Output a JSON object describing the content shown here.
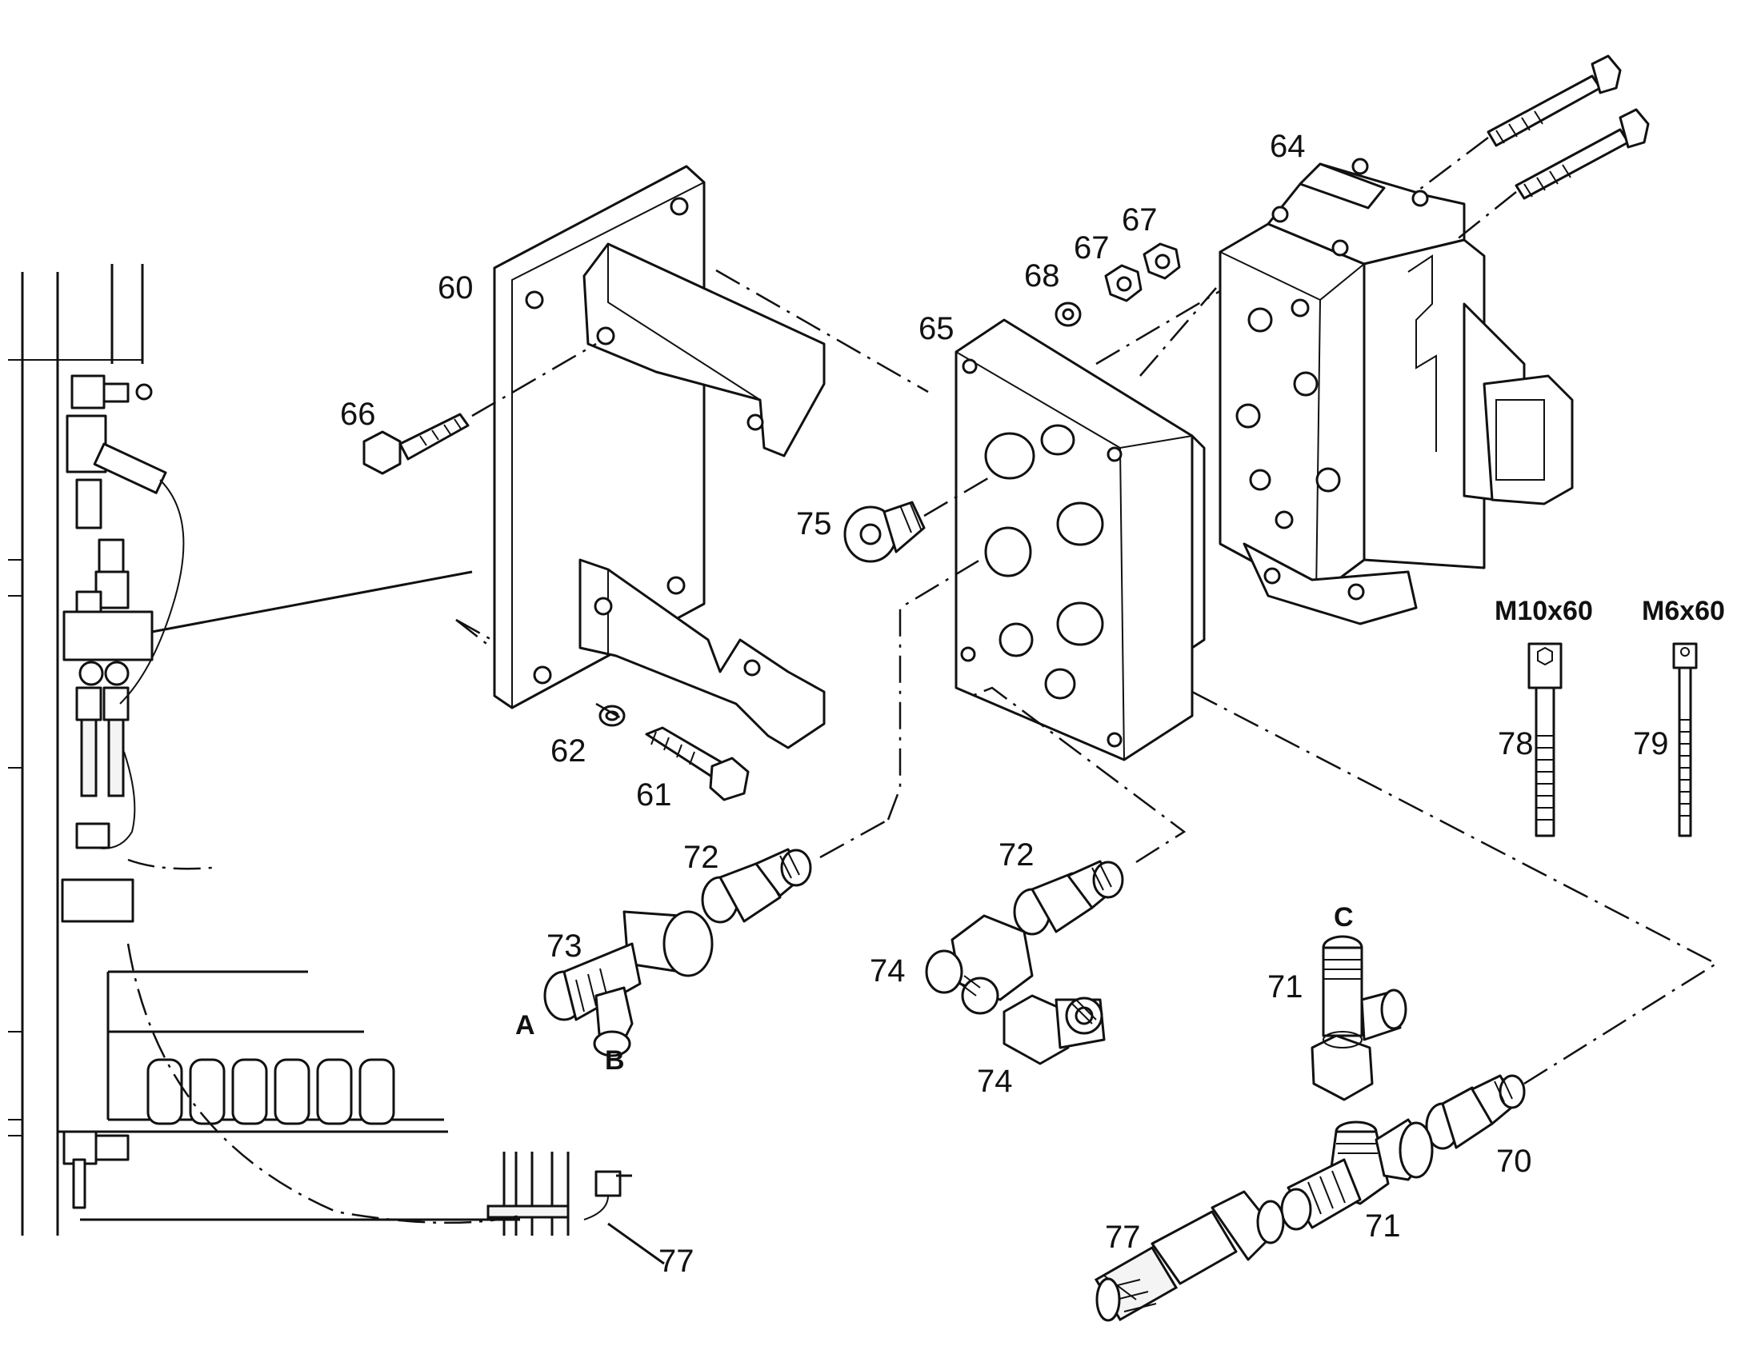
{
  "callouts": {
    "c60": "60",
    "c61": "61",
    "c62": "62",
    "c64": "64",
    "c65": "65",
    "c66": "66",
    "c67a": "67",
    "c67b": "67",
    "c68": "68",
    "c70": "70",
    "c71a": "71",
    "c71b": "71",
    "c72a": "72",
    "c72b": "72",
    "c73": "73",
    "c74a": "74",
    "c74b": "74",
    "c75": "75",
    "c77a": "77",
    "c77b": "77",
    "c78": "78",
    "c79": "79"
  },
  "port_labels": {
    "a": "A",
    "b": "B",
    "c": "C"
  },
  "bolt_specs": {
    "m10": "M10x60",
    "m6": "M6x60"
  }
}
